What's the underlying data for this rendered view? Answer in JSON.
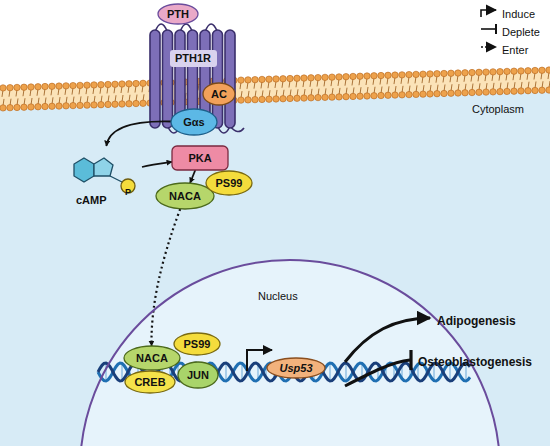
{
  "diagram": {
    "nodes": [
      {
        "text": [
          "PTH"
        ]
      },
      {
        "text": [
          "PTH1R"
        ]
      },
      {
        "text": [
          "AC"
        ]
      },
      {
        "text": [
          "Gαs"
        ]
      },
      {
        "text": [
          "cAMP"
        ]
      },
      {
        "text": [
          "PKA"
        ]
      },
      {
        "text": [
          "NACA"
        ]
      },
      {
        "text": [
          "PS99"
        ]
      },
      {
        "text": [
          "Nucleus"
        ]
      },
      {
        "text": [
          "NACA"
        ],
        "in": 8
      },
      {
        "text": [
          "PS99"
        ],
        "in": 8
      },
      {
        "text": [
          "CREB"
        ],
        "in": 8
      },
      {
        "text": [
          "JUN"
        ],
        "in": 8
      },
      {
        "text": [
          "Usp53"
        ],
        "in": 8
      }
    ],
    "edges": [
      {
        "from": 3,
        "to": 4,
        "arrow": "to"
      },
      {
        "from": 4,
        "to": 5,
        "arrow": "to"
      },
      {
        "from": 5,
        "to": 6,
        "arrow": "to"
      },
      {
        "from": 6,
        "to": 9,
        "arrow": "to"
      }
    ],
    "labels": [
      "Cytoplasm",
      "P",
      "Adipogenesis",
      "Osteoblastogenesis"
    ],
    "legend": [
      {
        "text": "Induce"
      },
      {
        "text": "Deplete"
      },
      {
        "text": "Enter"
      }
    ]
  }
}
